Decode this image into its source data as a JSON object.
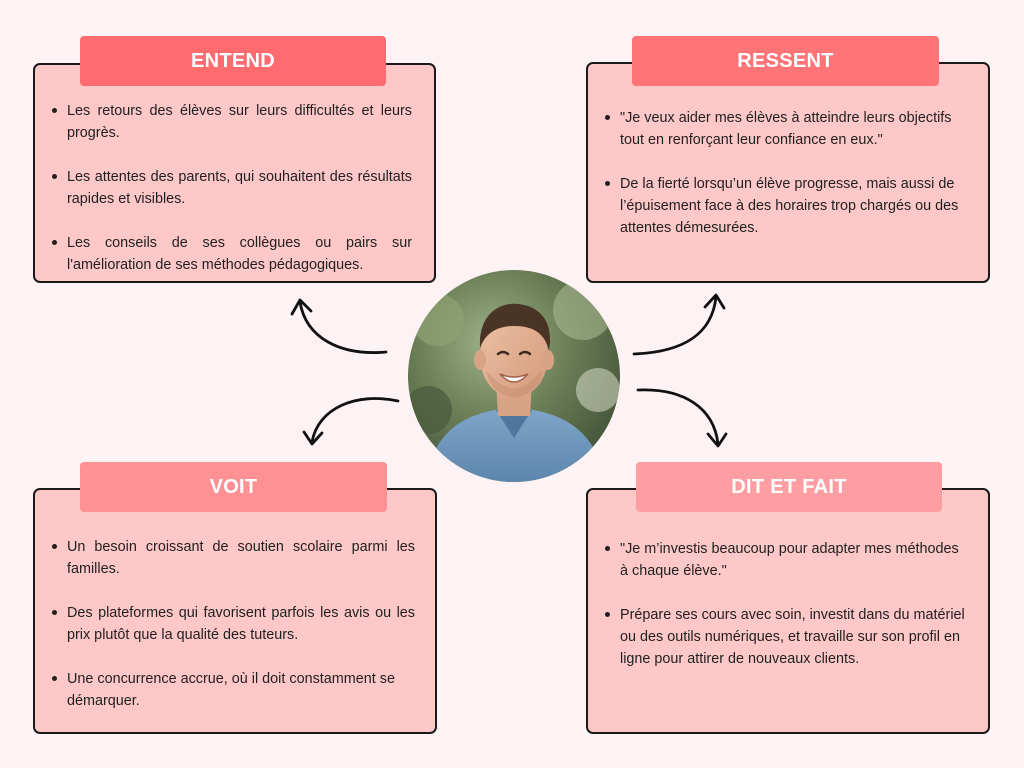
{
  "quadrants": {
    "entend": {
      "title": "ENTEND",
      "items": [
        "Les retours des élèves sur leurs difficultés et leurs progrès.",
        "Les attentes des parents, qui souhaitent des résultats rapides et visibles.",
        "Les conseils de ses collègues ou pairs sur l'amélioration de ses méthodes pédagogiques."
      ]
    },
    "ressent": {
      "title": "RESSENT",
      "items": [
        "\"Je veux aider mes élèves à atteindre leurs objectifs tout en renforçant leur confiance en eux.\"",
        "De la fierté lorsqu’un élève progresse, mais aussi de l’épuisement face à des horaires trop chargés ou des attentes démesurées."
      ]
    },
    "voit": {
      "title": "VOIT",
      "items": [
        "Un besoin croissant de soutien scolaire parmi les familles.",
        "Des plateformes qui favorisent parfois les avis ou les prix plutôt que la qualité des tuteurs.",
        "Une concurrence accrue, où il doit constamment se démarquer."
      ]
    },
    "dit_et_fait": {
      "title": "DIT ET FAIT",
      "items": [
        "\"Je m’investis beaucoup pour adapter mes méthodes à chaque élève.\"",
        "Prépare ses cours avec soin, investit dans du matériel ou des outils numériques, et travaille sur son profil en ligne pour attirer de nouveaux clients."
      ]
    }
  },
  "portrait": {
    "icon": "person-portrait"
  },
  "colors": {
    "background": "#FEF3F4",
    "card_fill": "#FEC8C9",
    "card_border": "#1A1A1A",
    "label_entend": "#FF6B6E",
    "label_ressent": "#FF7477",
    "label_voit": "#FF9094",
    "label_dit_et_fait": "#FF9EA2"
  }
}
